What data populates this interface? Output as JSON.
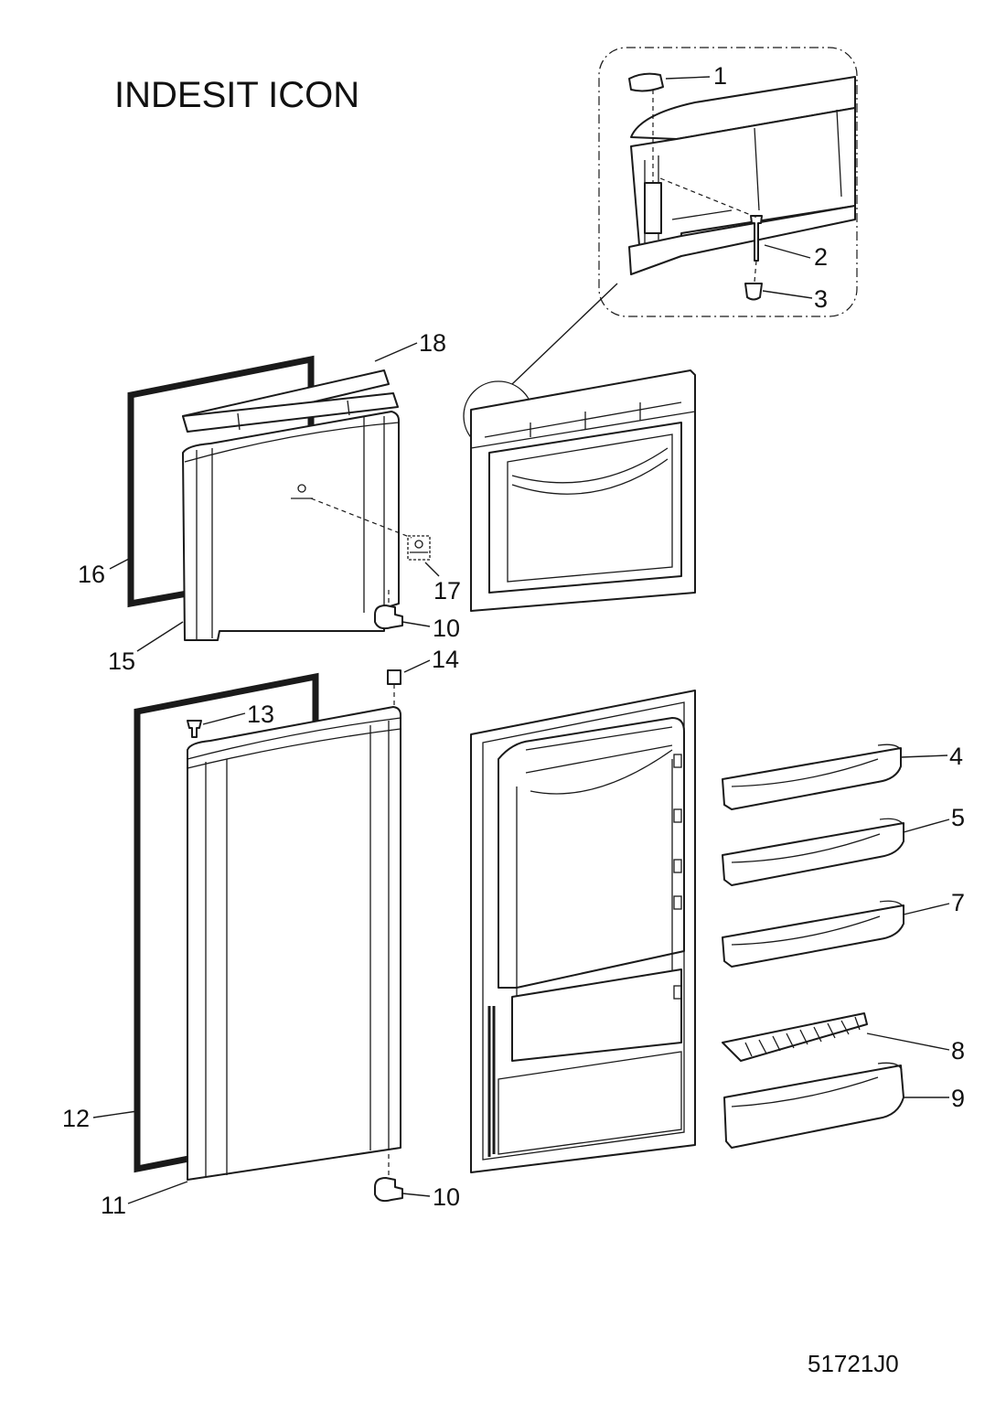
{
  "header": {
    "brand_title": "INDESIT ICON"
  },
  "footer": {
    "drawing_code": "51721J0"
  },
  "callouts": {
    "c1": "1",
    "c2": "2",
    "c3": "3",
    "c4": "4",
    "c5": "5",
    "c7": "7",
    "c8": "8",
    "c9": "9",
    "c10a": "10",
    "c10b": "10",
    "c11": "11",
    "c12": "12",
    "c13": "13",
    "c14": "14",
    "c15": "15",
    "c16": "16",
    "c17": "17",
    "c18": "18"
  },
  "colors": {
    "line": "#1a1a1a",
    "background": "#ffffff"
  }
}
